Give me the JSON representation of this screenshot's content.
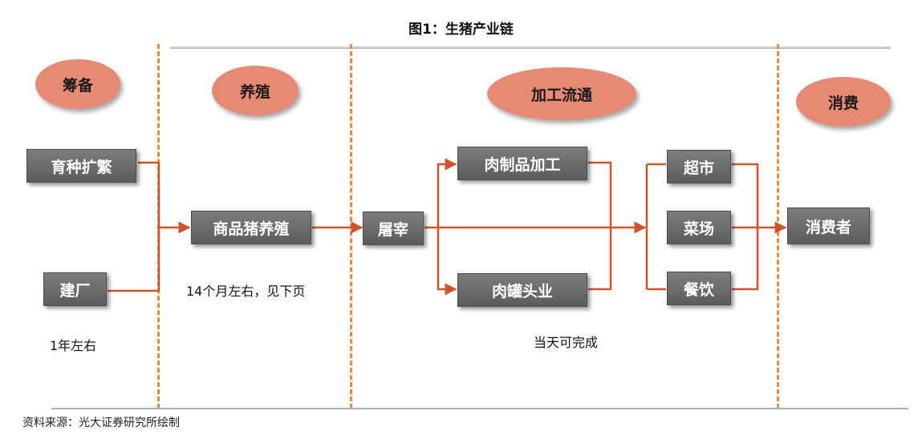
{
  "title": "图1：生猪产业链",
  "phases": {
    "prep": "筹备",
    "breeding": "养殖",
    "processing": "加工流通",
    "consumption": "消费"
  },
  "nodes": {
    "breeding_expansion": "育种扩繁",
    "plant_construction": "建厂",
    "commercial_pig_farming": "商品猪养殖",
    "slaughter": "屠宰",
    "meat_processing": "肉制品加工",
    "canned_meat": "肉罐头业",
    "supermarket": "超市",
    "wet_market": "菜场",
    "dining": "餐饮",
    "consumer": "消费者"
  },
  "notes": {
    "prep_duration": "1年左右",
    "breeding_duration": "14个月左右，见下页",
    "processing_duration": "当天可完成"
  },
  "source": "资料来源：光大证券研究所绘制",
  "colors": {
    "arrow": "#d2532a",
    "dash": "#ef8a36",
    "phase_fill": "#e78a73",
    "node_fill": "#666666"
  }
}
